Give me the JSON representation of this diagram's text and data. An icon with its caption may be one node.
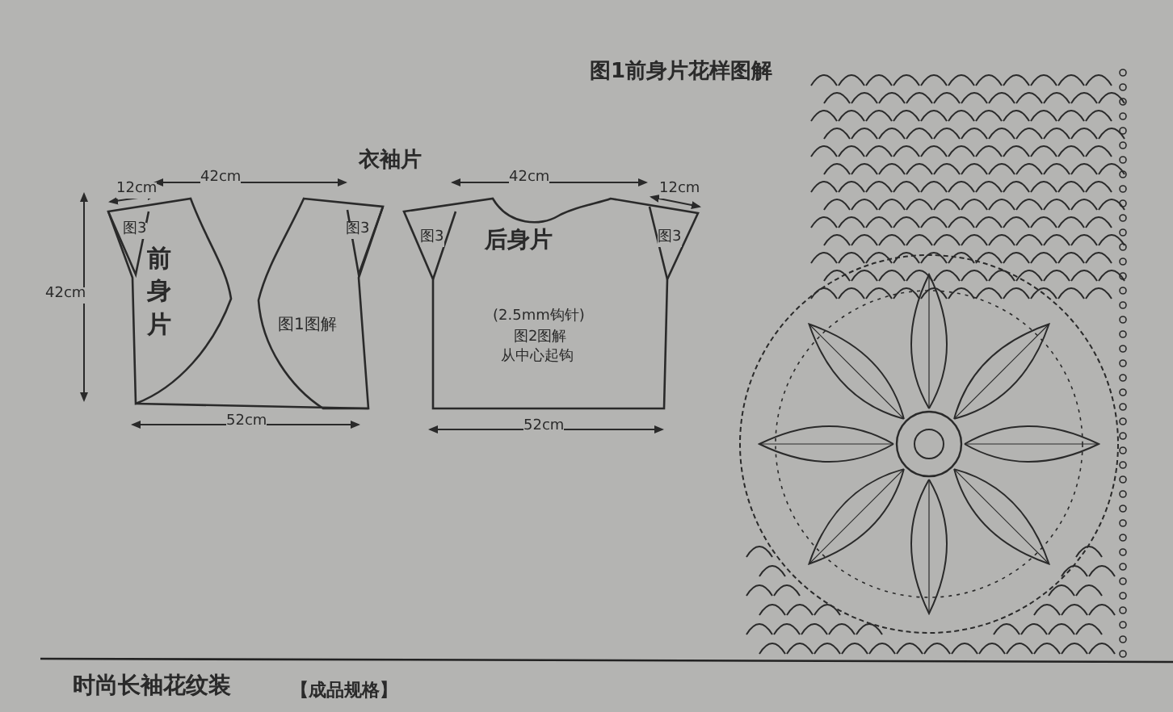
{
  "diagram": {
    "labels": [
      "图1前身片花样图解",
      "42cm",
      "衣袖片",
      "42cm",
      "12cm",
      "12cm",
      "42cm",
      "图3",
      "前身片",
      "图3",
      "图1图解",
      "图3",
      "后身片",
      "图3",
      "(2.5mm钩针)",
      "图2图解",
      "从中心起钩",
      "52cm",
      "52cm",
      "时尚长袖花纹装",
      "【成品规格】"
    ]
  }
}
